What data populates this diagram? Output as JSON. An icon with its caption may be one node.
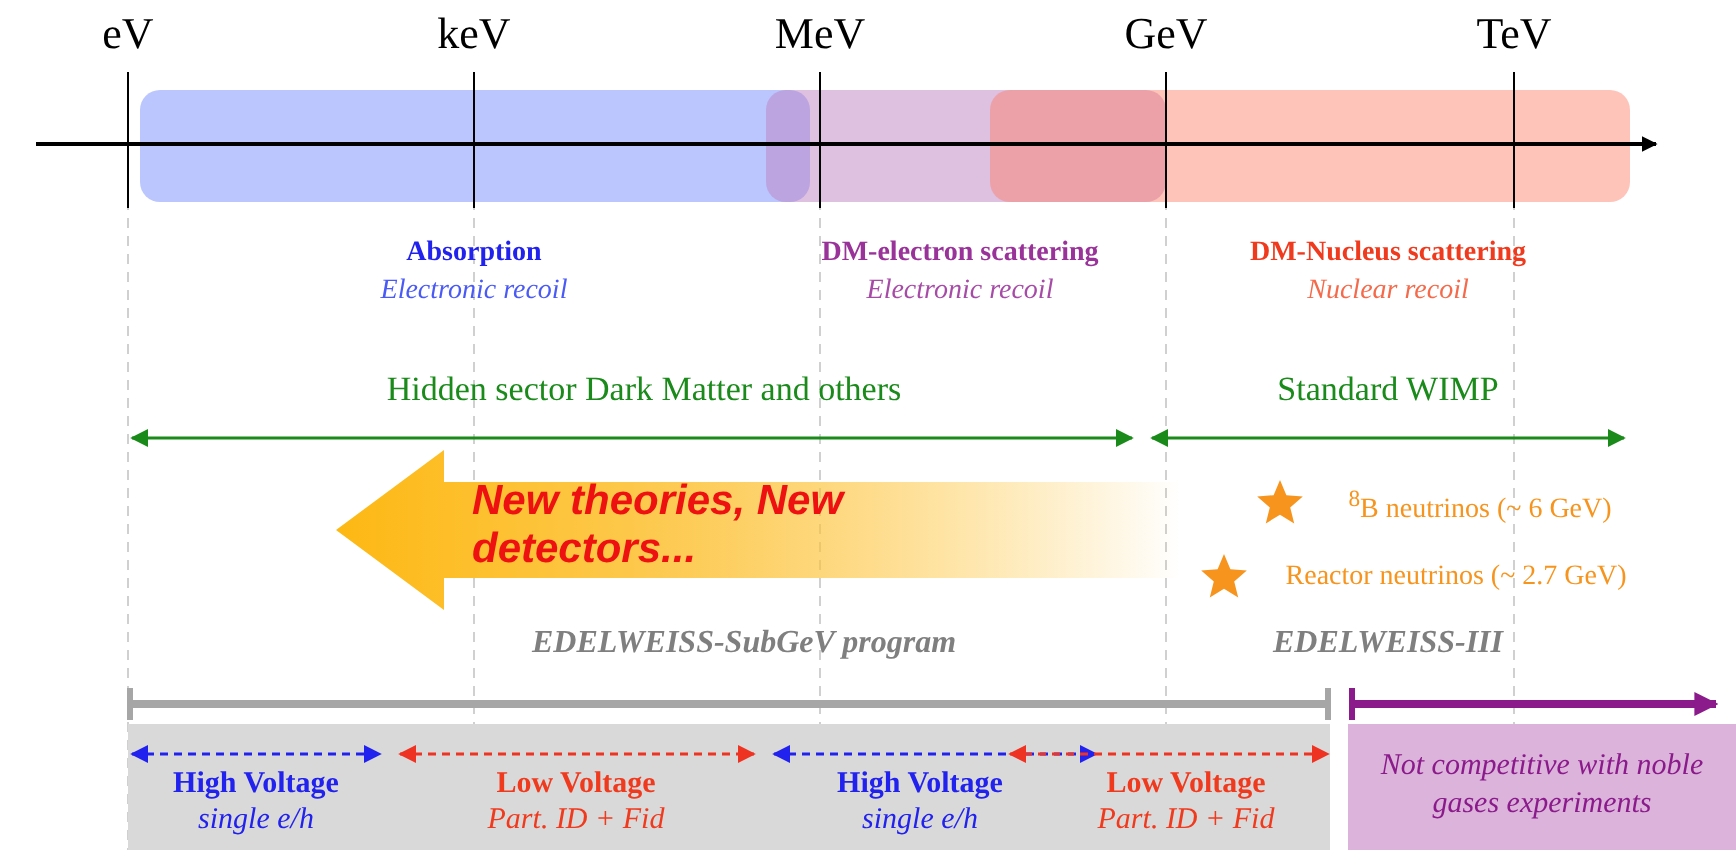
{
  "diagram": {
    "nodes": [
      {
        "text": [
          "New theories, New detectors..."
        ]
      },
      {
        "text": [
          "High Voltage",
          "single e/h",
          "Low Voltage",
          "Part. ID + Fid",
          "High Voltage",
          "single e/h",
          "Low Voltage",
          "Part. ID + Fid"
        ]
      },
      {
        "text": [
          "Not competitive with noble gases experiments"
        ]
      }
    ],
    "labels": [
      "eV",
      "keV",
      "MeV",
      "GeV",
      "TeV",
      "Absorption",
      "Electronic recoil",
      "DM-electron scattering",
      "Electronic recoil",
      "DM-Nucleus scattering",
      "Nuclear recoil",
      "Hidden sector Dark Matter and others",
      "Standard WIMP",
      "$^{8}$B neutrinos (~ 6 GeV)",
      "Reactor neutrinos (~ 2.7 GeV)",
      "EDELWEISS-SubGeV program",
      "EDELWEISS-III"
    ]
  }
}
